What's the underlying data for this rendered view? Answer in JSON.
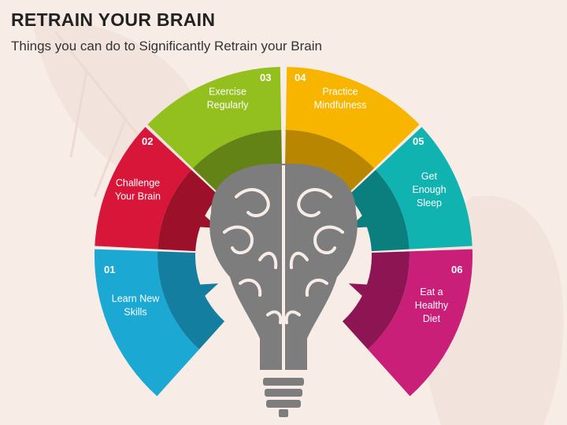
{
  "header": {
    "title": "RETRAIN YOUR BRAIN",
    "subtitle": "Things you can do to Significantly Retrain your Brain"
  },
  "colors": {
    "background": "#f8ece6",
    "brain": "#7d7d7d"
  },
  "segments": [
    {
      "number": "01",
      "lines": [
        "Learn New",
        "Skills"
      ],
      "color": "#1ba9d3",
      "shade": "#137ea0"
    },
    {
      "number": "02",
      "lines": [
        "Challenge",
        "Your Brain"
      ],
      "color": "#d8163a",
      "shade": "#9c1029"
    },
    {
      "number": "03",
      "lines": [
        "Exercise",
        "Regularly"
      ],
      "color": "#93c01f",
      "shade": "#638316"
    },
    {
      "number": "04",
      "lines": [
        "Practice",
        "Mindfulness"
      ],
      "color": "#f7b500",
      "shade": "#b88600"
    },
    {
      "number": "05",
      "lines": [
        "Get",
        "Enough",
        "Sleep"
      ],
      "color": "#11b3b0",
      "shade": "#0b7f7d"
    },
    {
      "number": "06",
      "lines": [
        "Eat a",
        "Healthy",
        "Diet"
      ],
      "color": "#c91f78",
      "shade": "#8e1554"
    }
  ]
}
